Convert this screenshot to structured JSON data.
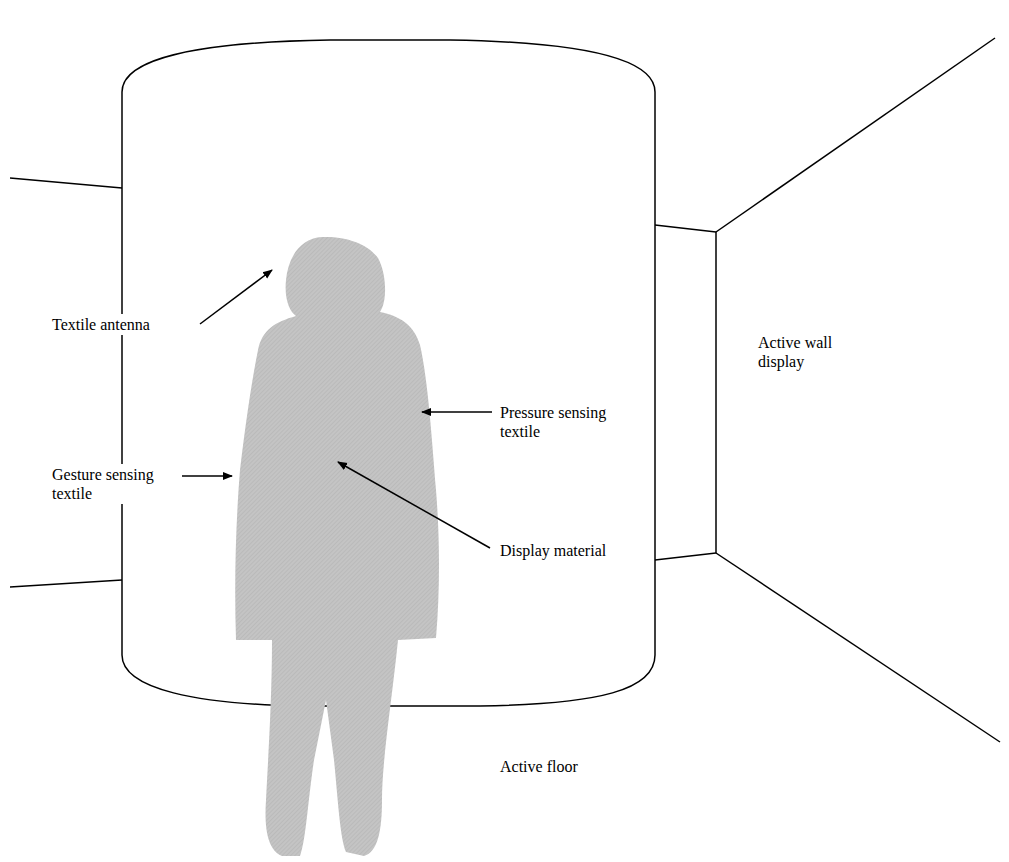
{
  "diagram": {
    "labels": [
      "Textile antenna",
      "Gesture sensing textile",
      "Pressure sensing textile",
      "Display material",
      "Active wall display",
      "Active floor"
    ]
  }
}
